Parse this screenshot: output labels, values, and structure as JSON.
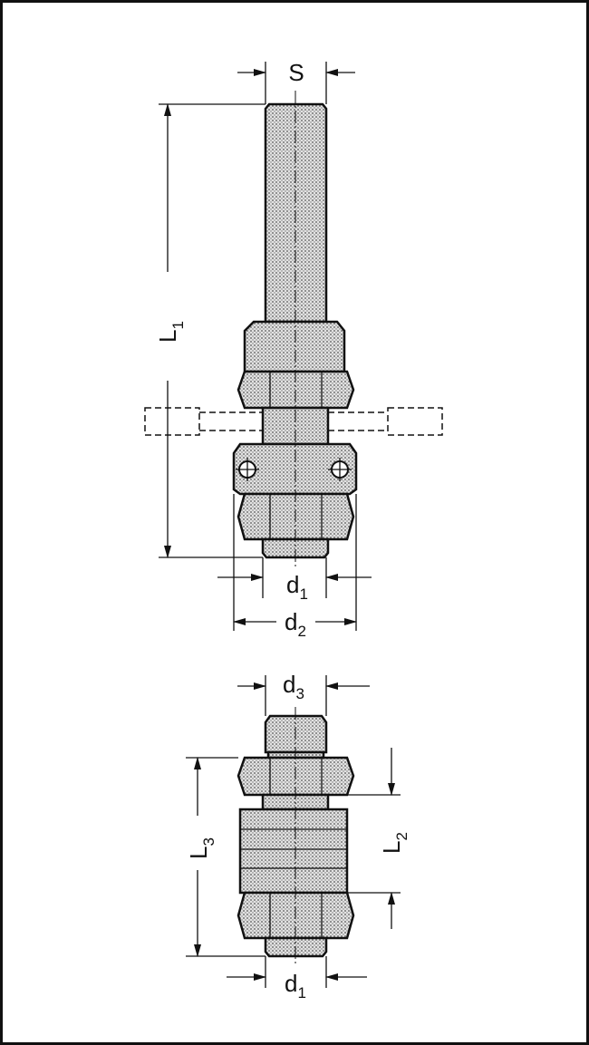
{
  "colors": {
    "line": "#111111",
    "fill": "#c8c8c8",
    "background": "#ffffff"
  },
  "top_view": {
    "shank_dim": {
      "main": "S",
      "sub": ""
    },
    "length_dim": {
      "main": "L",
      "sub": "1"
    },
    "bore_dim": {
      "main": "d",
      "sub": "1"
    },
    "outer_dim": {
      "main": "d",
      "sub": "2"
    }
  },
  "bottom_view": {
    "top_thread_dim": {
      "main": "d",
      "sub": "3"
    },
    "overall_length_dim": {
      "main": "L",
      "sub": "3"
    },
    "spacer_length_dim": {
      "main": "L",
      "sub": "2"
    },
    "bore_dim": {
      "main": "d",
      "sub": "1"
    }
  }
}
